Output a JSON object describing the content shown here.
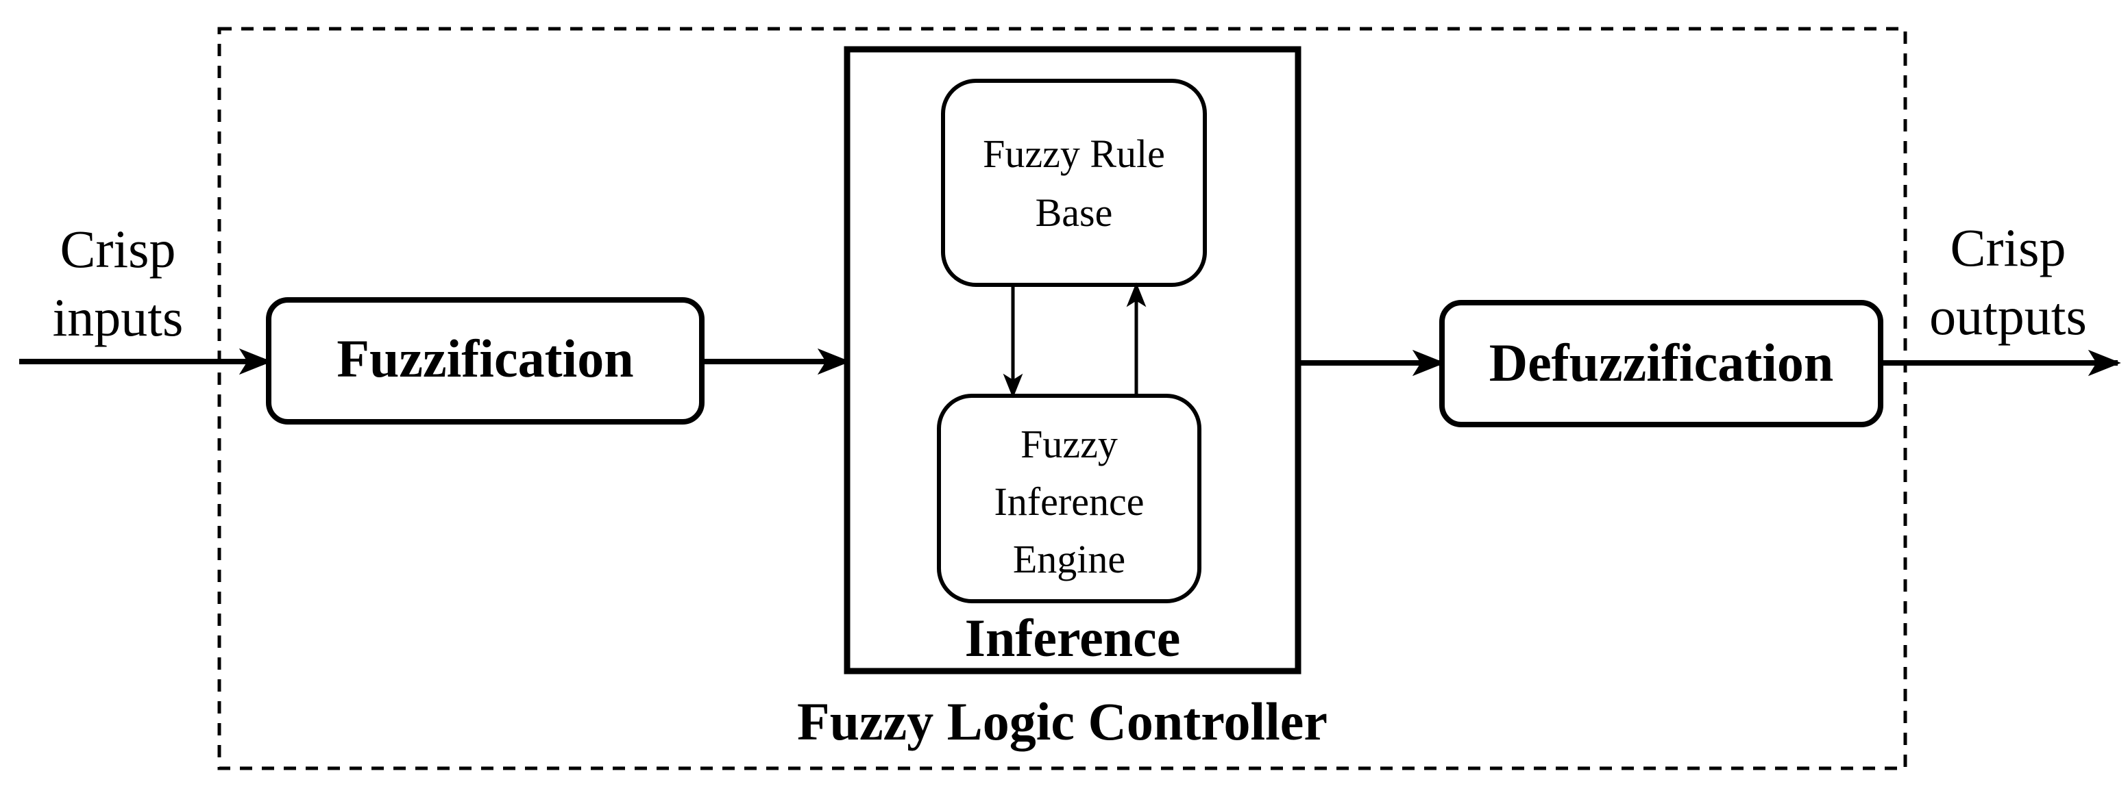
{
  "inputs_label": [
    "Crisp",
    "inputs"
  ],
  "outputs_label": [
    "Crisp",
    "outputs"
  ],
  "fuzzification": "Fuzzification",
  "defuzzification": "Defuzzification",
  "inference": {
    "title": "Inference",
    "rule_base": [
      "Fuzzy Rule",
      "Base"
    ],
    "engine": [
      "Fuzzy",
      "Inference",
      "Engine"
    ]
  },
  "controller_title": "Fuzzy Logic Controller"
}
